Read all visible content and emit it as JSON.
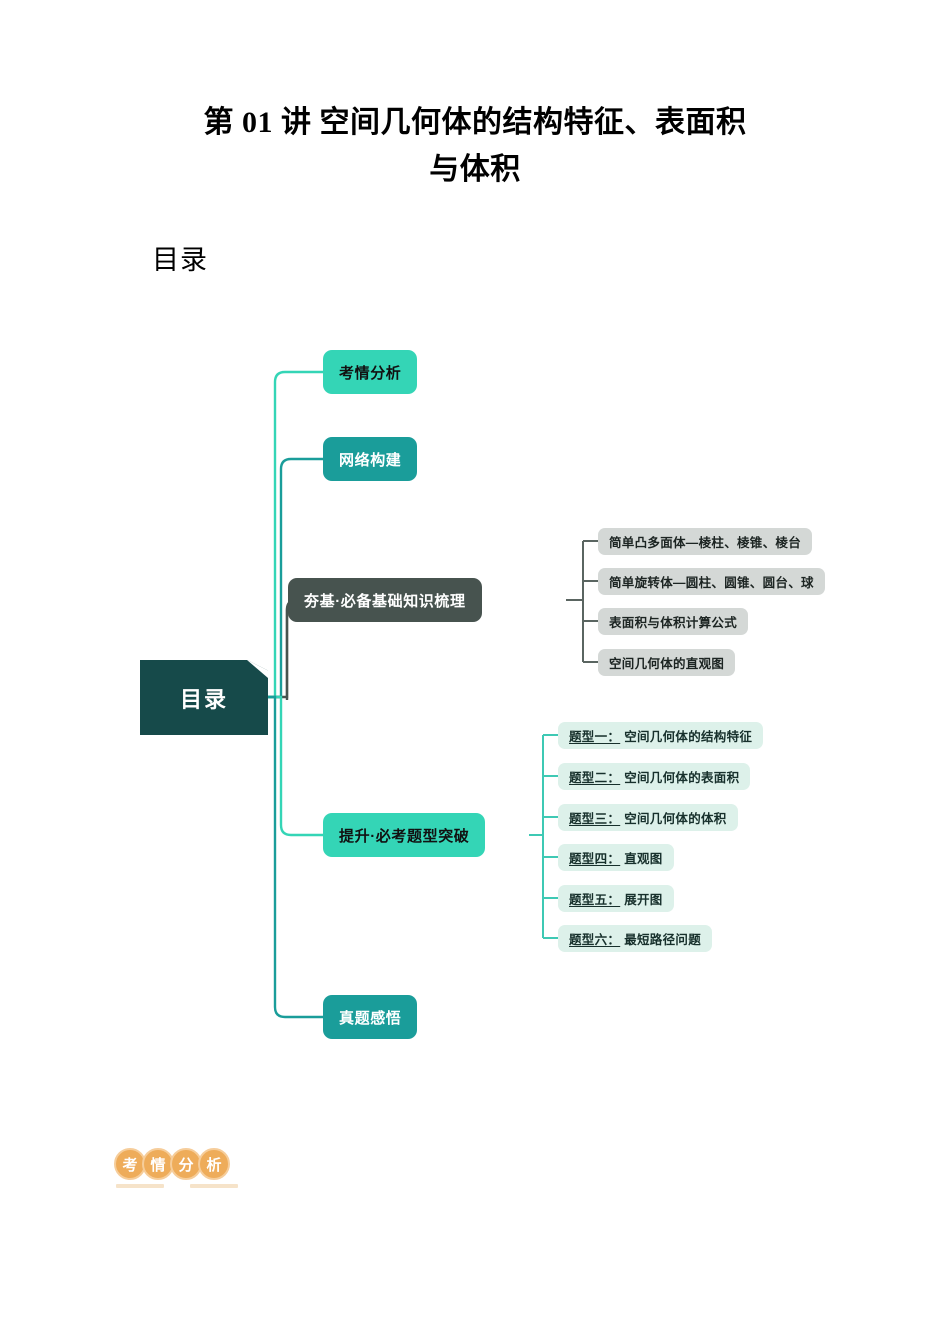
{
  "document": {
    "title_line1": "第 01 讲 空间几何体的结构特征、表面积",
    "title_line2": "与体积",
    "toc_heading": "目录"
  },
  "mindmap": {
    "root": {
      "label": "目录"
    },
    "branches": [
      {
        "id": "kaoqing",
        "label": "考情分析",
        "color": "#34d5b6",
        "text_color": "#111111",
        "children": []
      },
      {
        "id": "wangluo",
        "label": "网络构建",
        "color": "#1a9d9a",
        "text_color": "#ffffff",
        "children": []
      },
      {
        "id": "hangji",
        "label": "夯基·必备基础知识梳理",
        "color": "#47534f",
        "text_color": "#ffffff",
        "children": [
          {
            "label": "简单凸多面体—棱柱、棱锥、棱台"
          },
          {
            "label": "简单旋转体—圆柱、圆锥、圆台、球"
          },
          {
            "label": "表面积与体积计算公式"
          },
          {
            "label": "空间几何体的直观图"
          }
        ]
      },
      {
        "id": "tisheng",
        "label": "提升·必考题型突破",
        "color": "#34d5b6",
        "text_color": "#111111",
        "children": [
          {
            "prefix": "题型一：",
            "label": "空间几何体的结构特征"
          },
          {
            "prefix": "题型二：",
            "label": "空间几何体的表面积"
          },
          {
            "prefix": "题型三：",
            "label": "空间几何体的体积"
          },
          {
            "prefix": "题型四：",
            "label": "直观图"
          },
          {
            "prefix": "题型五：",
            "label": "展开图"
          },
          {
            "prefix": "题型六：",
            "label": "最短路径问题"
          }
        ]
      },
      {
        "id": "zhenti",
        "label": "真题感悟",
        "color": "#1a9d9a",
        "text_color": "#ffffff",
        "children": []
      }
    ]
  },
  "badge": {
    "characters": [
      "考",
      "情",
      "分",
      "析"
    ],
    "color": "#eeac5a",
    "ring_color": "#f6cd9a"
  }
}
